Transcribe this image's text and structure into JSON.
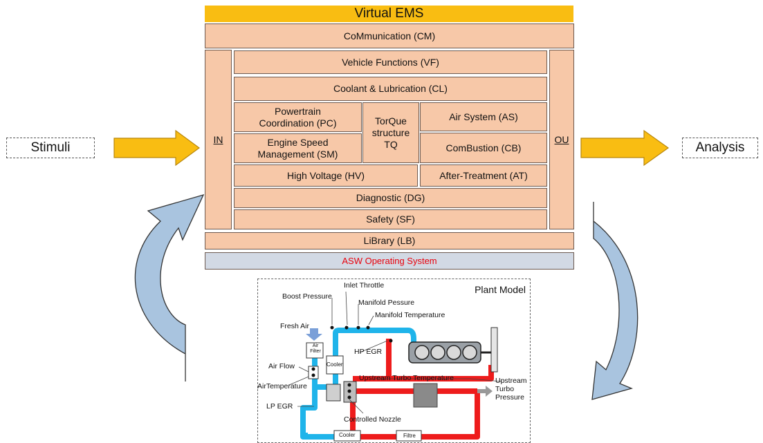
{
  "title": "Virtual EMS",
  "blocks": {
    "communication": "CoMmunication (CM)",
    "input": "IN",
    "output": "OU",
    "vehicle_functions": "Vehicle Functions (VF)",
    "coolant": "Coolant & Lubrication (CL)",
    "powertrain": "Powertrain Coordination (PC)",
    "engine_speed": "Engine Speed Management (SM)",
    "torque": "TorQue structure TQ",
    "air_system": "Air System (AS)",
    "combustion": "ComBustion (CB)",
    "high_voltage": "High Voltage (HV)",
    "after_treatment": "After-Treatment (AT)",
    "diagnostic": "Diagnostic (DG)",
    "safety": "Safety (SF)",
    "library": "LiBrary (LB)",
    "os": "ASW Operating System"
  },
  "flow": {
    "stimuli": "Stimuli",
    "analysis": "Analysis"
  },
  "plant_model": {
    "title": "Plant Model",
    "labels": {
      "inlet_throttle": "Inlet Throttle",
      "boost_pressure": "Boost Pressure",
      "manifold_pressure": "Manifold Pessure",
      "manifold_temperature": "Manifold Temperature",
      "fresh_air": "Fresh Air",
      "air_filter": "Air Filter",
      "cooler_top": "Cooler",
      "hp_egr": "HP EGR",
      "air_flow": "Air Flow",
      "air_temperature": "AirTemperature",
      "upstream_turbo_temperature": "Upstream Turbo Temperature",
      "upstream_turbo_pressure": "Upstream Turbo Pressure",
      "lp_egr": "LP EGR",
      "controlled_nozzle": "Controlled Nozzle",
      "cooler_bottom": "Cooler",
      "filtre": "Filtre"
    }
  },
  "colors": {
    "block_fill": "#f7c8a8",
    "title_fill": "#f9bd12",
    "os_fill": "#d2d9e4",
    "os_text": "#e8000b",
    "arrow_fill": "#f9bd12",
    "loop_arrow_fill": "#a9c4df",
    "air_pipe": "#1fb4ea",
    "exhaust_pipe": "#ee1c1c"
  }
}
